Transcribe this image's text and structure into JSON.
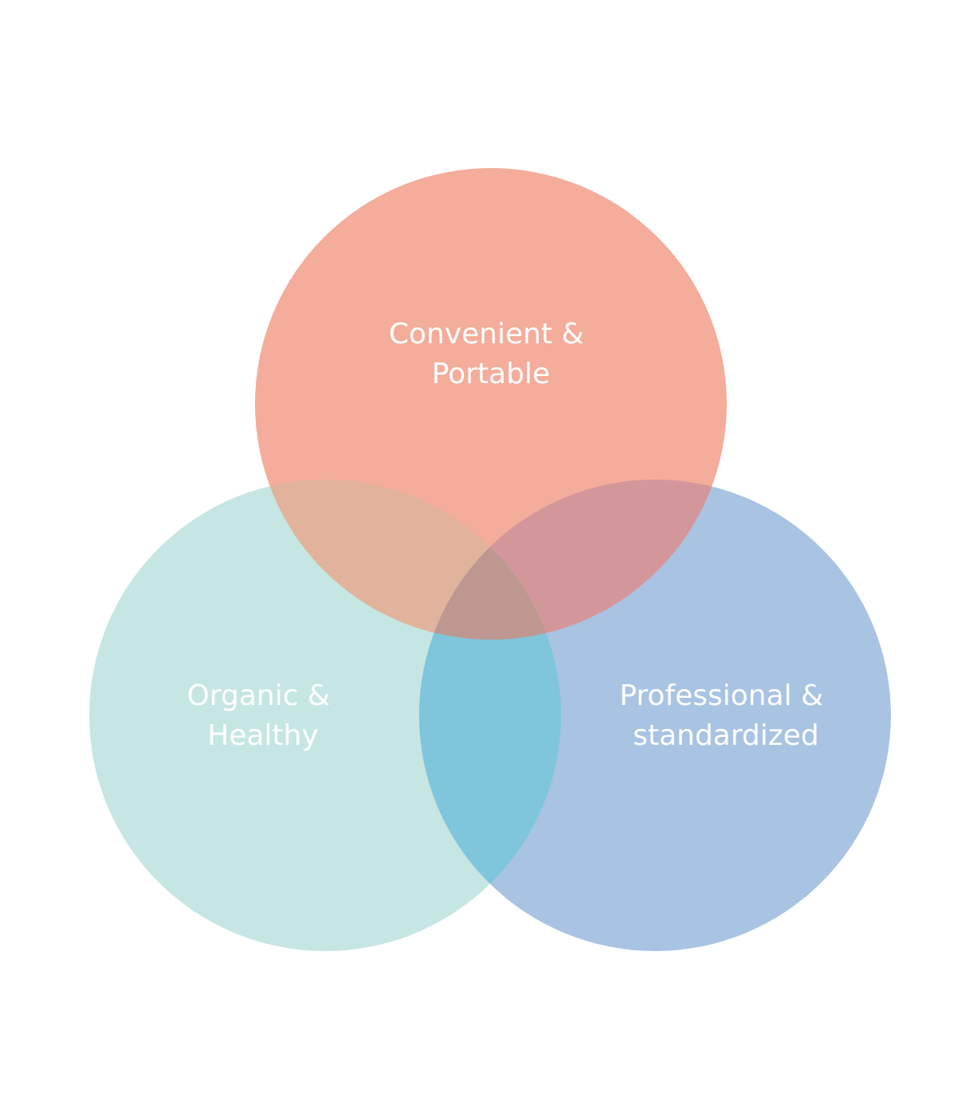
{
  "diagram": {
    "type": "venn-3",
    "sets": [
      {
        "id": "top",
        "label_lines": [
          "Convenient &",
          "Portable"
        ],
        "color": "#f4ac9b"
      },
      {
        "id": "left",
        "label_lines": [
          "Organic &",
          "Healthy"
        ],
        "color": "#c6e6e3"
      },
      {
        "id": "right",
        "label_lines": [
          "Professional &",
          "standardized"
        ],
        "color": "#a9c3e3"
      }
    ],
    "overlap_colors": {
      "top_left": "#e2b39c",
      "top_right": "#d3979b",
      "left_right": "#7fc5dc",
      "all": "#bf9791"
    }
  }
}
